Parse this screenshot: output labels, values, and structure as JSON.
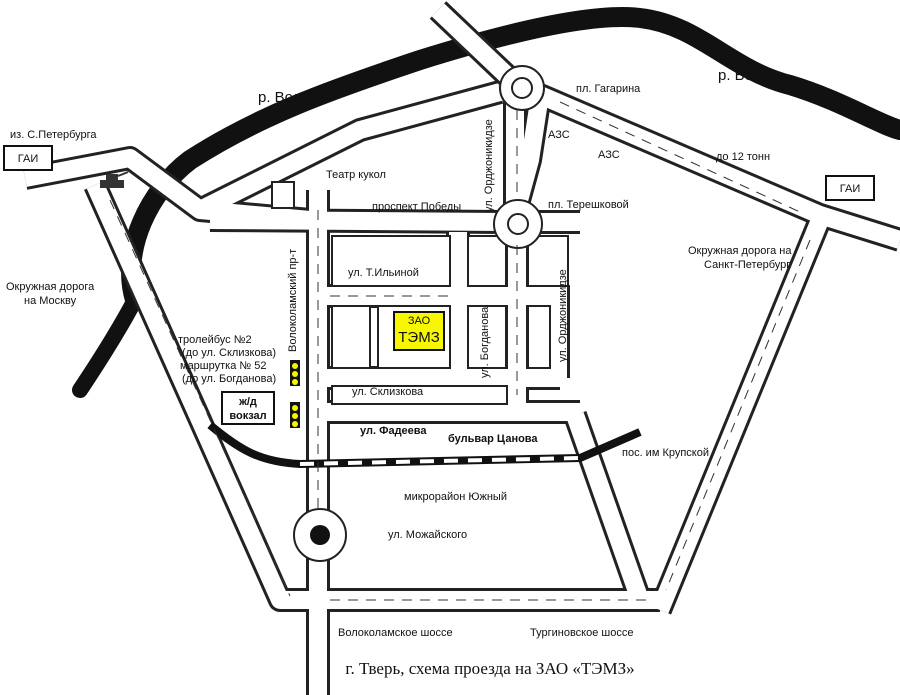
{
  "title": "г. Тверь, схема проезда на ЗАО «ТЭМЗ»",
  "river": {
    "left_label": "р. Волга",
    "right_label": "р. Волга"
  },
  "from_spb": "из. С.Петербурга",
  "gai_left": "ГАИ",
  "gai_right": "ГАИ",
  "ring_moscow": [
    "Окружная дорога",
    "на Москву"
  ],
  "ring_spb": [
    "Окружная дорога на",
    "Санкт-Петербург"
  ],
  "pl_gagarina": "пл. Гагарина",
  "azs_1": "АЗС",
  "azs_2": "АЗС",
  "truck_limit": "до 12 тонн",
  "teatr": "Театр кукол",
  "prospekt_pobedy": "проспект Победы",
  "ordzhonikidze_north": "ул. Орджоникидзе",
  "pl_tereshkovoy": "пл. Терешковой",
  "volokolamsky_pr": "Волоколамский пр-т",
  "ilinoy": "ул. Т.Ильиной",
  "company": {
    "prefix": "ЗАО",
    "name": "ТЭМЗ"
  },
  "bogdanova": "ул. Богданова",
  "ordzhonikidze_south": "ул. Орджоникидзе",
  "sklizkova": "ул. Склизкова",
  "transport": [
    "тролейбус №2",
    "(до ул. Склизкова)",
    "маршрутка № 52",
    "(до ул. Богданова)"
  ],
  "station": [
    "ж/д",
    "вокзал"
  ],
  "fadeeva": "ул. Фадеева",
  "tsanova": "бульвар Цанова",
  "krupskoy": "пос. им Крупской",
  "yuzhny": "микрорайон Южный",
  "mozhayskogo": "ул. Можайского",
  "volokolamskoe": "Волоколамское шоссе",
  "turginovskoe": "Тургиновское шоссе"
}
